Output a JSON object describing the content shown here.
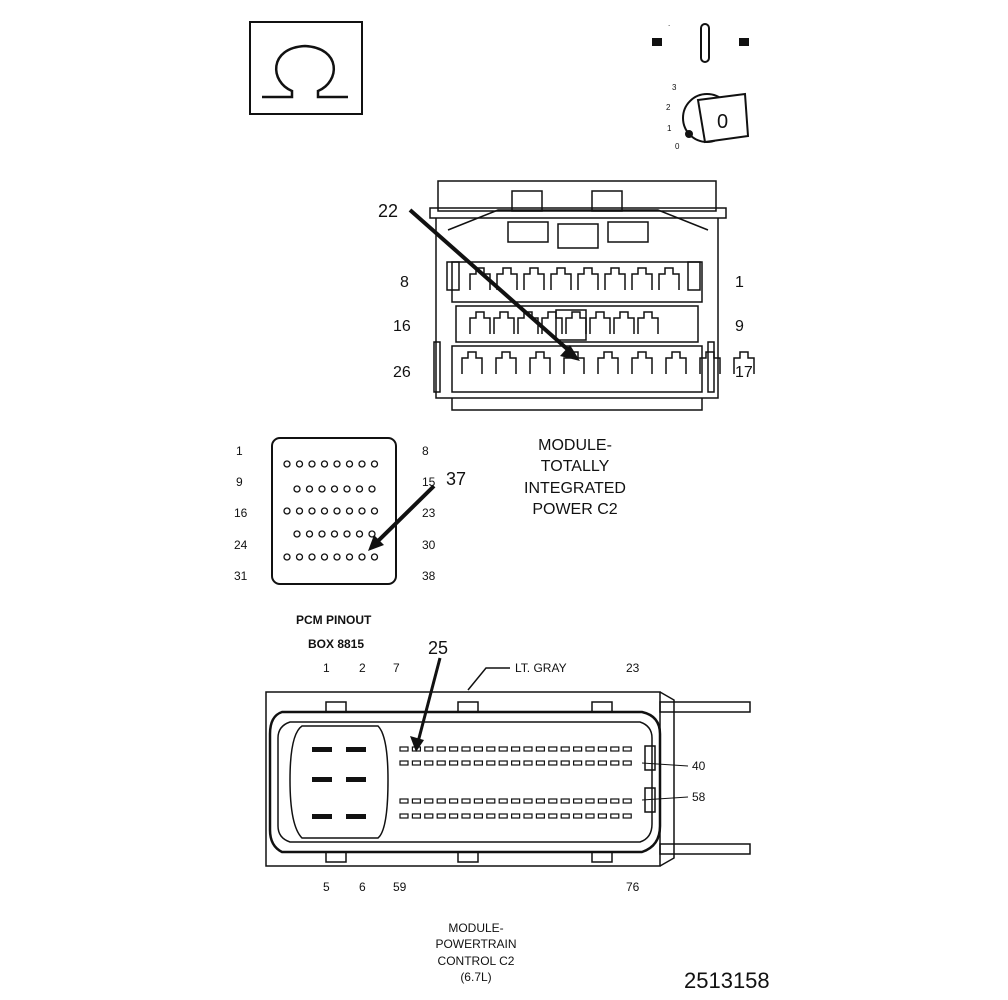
{
  "symbol_icon": "omega-connector-symbol",
  "key_switch": {
    "positions": [
      "3",
      "2",
      "1",
      "0"
    ],
    "key_label": "0"
  },
  "connector_top": {
    "callout": "22",
    "rows": [
      {
        "left": "8",
        "right": "1"
      },
      {
        "left": "16",
        "right": "9"
      },
      {
        "left": "26",
        "right": "17"
      }
    ]
  },
  "connector_pins": {
    "callout": "37",
    "rows": [
      {
        "left": "1",
        "right": "8"
      },
      {
        "left": "9",
        "right": "15"
      },
      {
        "left": "16",
        "right": "23"
      },
      {
        "left": "24",
        "right": "30"
      },
      {
        "left": "31",
        "right": "38"
      }
    ]
  },
  "module_tipm_label": [
    "MODULE-",
    "TOTALLY",
    "INTEGRATED",
    "POWER C2"
  ],
  "pcm_pinout_label": [
    "PCM PINOUT",
    "BOX 8815"
  ],
  "connector_pcm": {
    "callout": "25",
    "color_label": "LT. GRAY",
    "top_numbers": [
      "1",
      "2",
      "7",
      "23"
    ],
    "bottom_numbers": [
      "5",
      "6",
      "59",
      "76"
    ],
    "side_numbers": [
      "40",
      "58"
    ]
  },
  "module_pcm_label": [
    "MODULE-",
    "POWERTRAIN",
    "CONTROL C2",
    "(6.7L)"
  ],
  "figure_number": "2513158"
}
